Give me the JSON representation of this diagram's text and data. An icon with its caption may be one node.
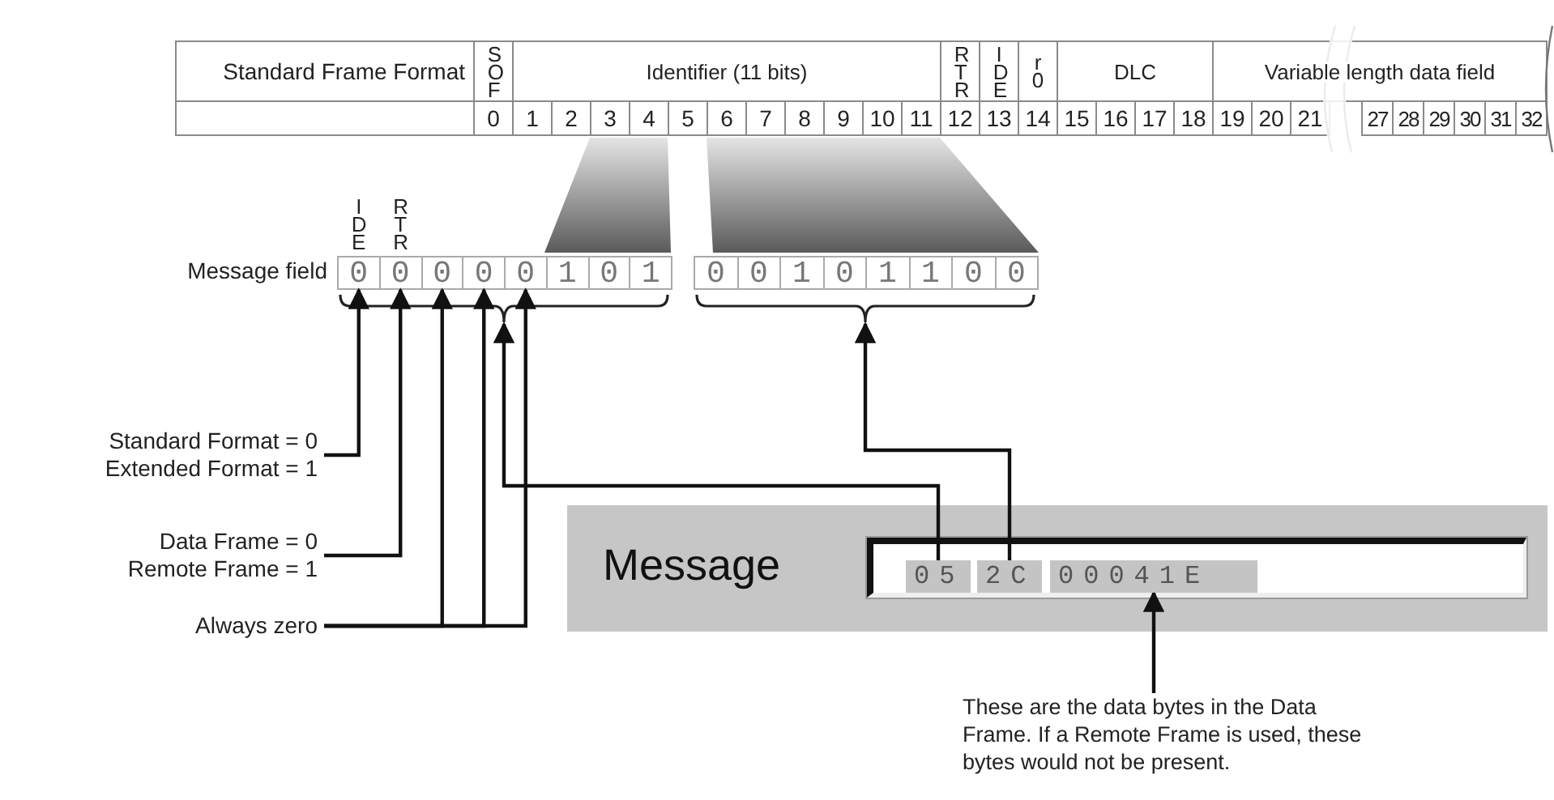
{
  "diagram": {
    "nodes": [
      {
        "text": [],
        "shape": "box"
      },
      {
        "text": [
          "0"
        ],
        "in": 0,
        "beside": [
          "IDE"
        ]
      },
      {
        "text": [
          "0"
        ],
        "in": 0,
        "beside": [
          "RTR"
        ]
      },
      {
        "text": [
          "0"
        ],
        "in": 0
      },
      {
        "text": [
          "0"
        ],
        "in": 0
      },
      {
        "text": [
          "0"
        ],
        "in": 0
      },
      {
        "text": [
          "1"
        ],
        "in": 0
      },
      {
        "text": [
          "0"
        ],
        "in": 0
      },
      {
        "text": [
          "1"
        ],
        "in": 0
      },
      {
        "text": [],
        "shape": "box"
      },
      {
        "text": [
          "0"
        ],
        "in": 9
      },
      {
        "text": [
          "0"
        ],
        "in": 9
      },
      {
        "text": [
          "1"
        ],
        "in": 9
      },
      {
        "text": [
          "0"
        ],
        "in": 9
      },
      {
        "text": [
          "1"
        ],
        "in": 9
      },
      {
        "text": [
          "1"
        ],
        "in": 9
      },
      {
        "text": [
          "0"
        ],
        "in": 9
      },
      {
        "text": [
          "0"
        ],
        "in": 9
      },
      {
        "text": [
          "Standard Format = 0 Extended Format = 1"
        ]
      },
      {
        "text": [
          "Data Frame = 0 Remote Frame = 1"
        ]
      },
      {
        "text": [
          "Always zero"
        ]
      },
      {
        "text": [
          "Message"
        ]
      },
      {
        "text": [],
        "shape": "box",
        "in": 21
      },
      {
        "text": [
          "05"
        ],
        "in": 22
      },
      {
        "text": [
          "2C"
        ],
        "in": 22
      },
      {
        "text": [
          "00041E"
        ],
        "in": 22
      },
      {
        "text": [
          "These are the data bytes in the Data Frame. If a Remote Frame is used, these bytes would not be present."
        ]
      }
    ],
    "edges": [
      {
        "from": 18,
        "to": 1,
        "arrow": "to"
      },
      {
        "from": 19,
        "to": 2,
        "arrow": "to"
      },
      {
        "from": 20,
        "to": 3,
        "arrow": "to"
      },
      {
        "from": 20,
        "to": 4,
        "arrow": "to"
      },
      {
        "from": 20,
        "to": 5,
        "arrow": "to"
      },
      {
        "from": 23,
        "to": 0,
        "arrow": "to"
      },
      {
        "from": 24,
        "to": 9,
        "arrow": "to"
      },
      {
        "from": 26,
        "to": 25,
        "arrow": "to"
      }
    ],
    "labels": [
      "Standard Frame Format",
      "SOF",
      "Identifier (11 bits)",
      "RTR",
      "IDE",
      "r0",
      "DLC",
      "Variable length data field",
      "0",
      "1",
      "2",
      "3",
      "4",
      "5",
      "6",
      "7",
      "8",
      "9",
      "10",
      "11",
      "12",
      "13",
      "14",
      "15",
      "16",
      "17",
      "18",
      "19",
      "20",
      "21",
      "27",
      "28",
      "29",
      "30",
      "31",
      "32",
      "Message field"
    ]
  }
}
